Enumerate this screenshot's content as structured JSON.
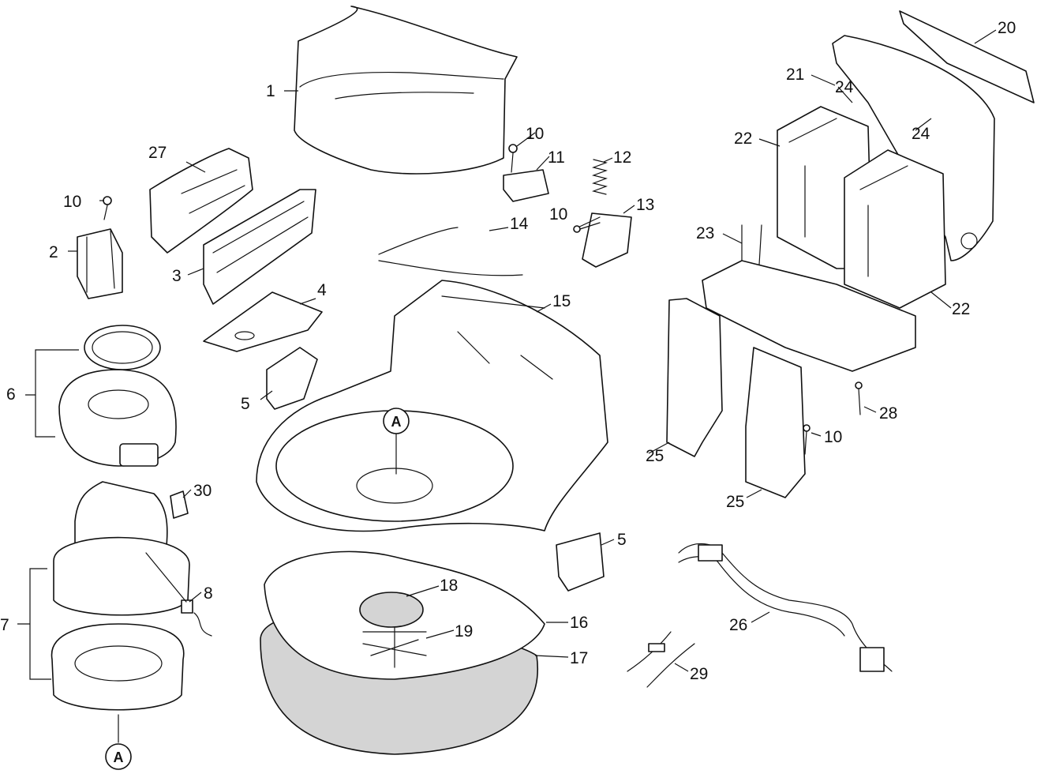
{
  "labels": {
    "l1": "1",
    "l2": "2",
    "l3": "3",
    "l4": "4",
    "l5a": "5",
    "l5b": "5",
    "l6": "6",
    "l7": "7",
    "l8": "8",
    "l10a": "10",
    "l10b": "10",
    "l10c": "10",
    "l10d": "10",
    "l11": "11",
    "l12": "12",
    "l13": "13",
    "l14": "14",
    "l15": "15",
    "l16": "16",
    "l17": "17",
    "l18": "18",
    "l19": "19",
    "l20": "20",
    "l21": "21",
    "l22a": "22",
    "l22b": "22",
    "l23": "23",
    "l24a": "24",
    "l24b": "24",
    "l25a": "25",
    "l25b": "25",
    "l26": "26",
    "l27": "27",
    "l28": "28",
    "l29": "29",
    "l30": "30"
  },
  "markers": {
    "a_top": "A",
    "a_bottom": "A"
  },
  "colors": {
    "line": "#111111",
    "fill_shaded": "#d4d4d4",
    "background": "#ffffff"
  }
}
